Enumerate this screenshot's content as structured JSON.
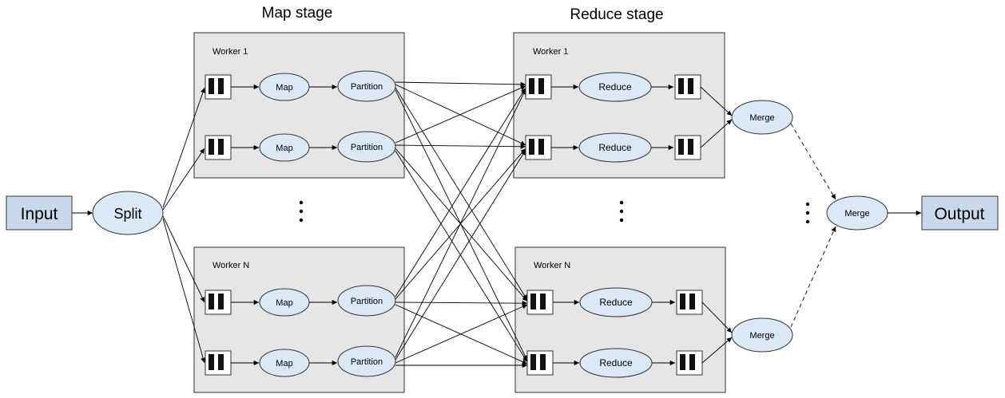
{
  "stages": {
    "map": "Map stage",
    "reduce": "Reduce stage"
  },
  "input_label": "Input",
  "output_label": "Output",
  "split_label": "Split",
  "merge_label": "Merge",
  "map_workers": [
    {
      "label": "Worker 1",
      "rows": [
        {
          "map": "Map",
          "partition": "Partition"
        },
        {
          "map": "Map",
          "partition": "Partition"
        }
      ]
    },
    {
      "label": "Worker N",
      "rows": [
        {
          "map": "Map",
          "partition": "Partition"
        },
        {
          "map": "Map",
          "partition": "Partition"
        }
      ]
    }
  ],
  "reduce_workers": [
    {
      "label": "Worker 1",
      "rows": [
        {
          "reduce": "Reduce"
        },
        {
          "reduce": "Reduce"
        }
      ]
    },
    {
      "label": "Worker N",
      "rows": [
        {
          "reduce": "Reduce"
        },
        {
          "reduce": "Reduce"
        }
      ]
    }
  ],
  "colors": {
    "node_fill": "#dbe8f6",
    "box_fill": "#c9d8ea",
    "worker_fill": "#e6e6e6",
    "stroke": "#333333"
  }
}
